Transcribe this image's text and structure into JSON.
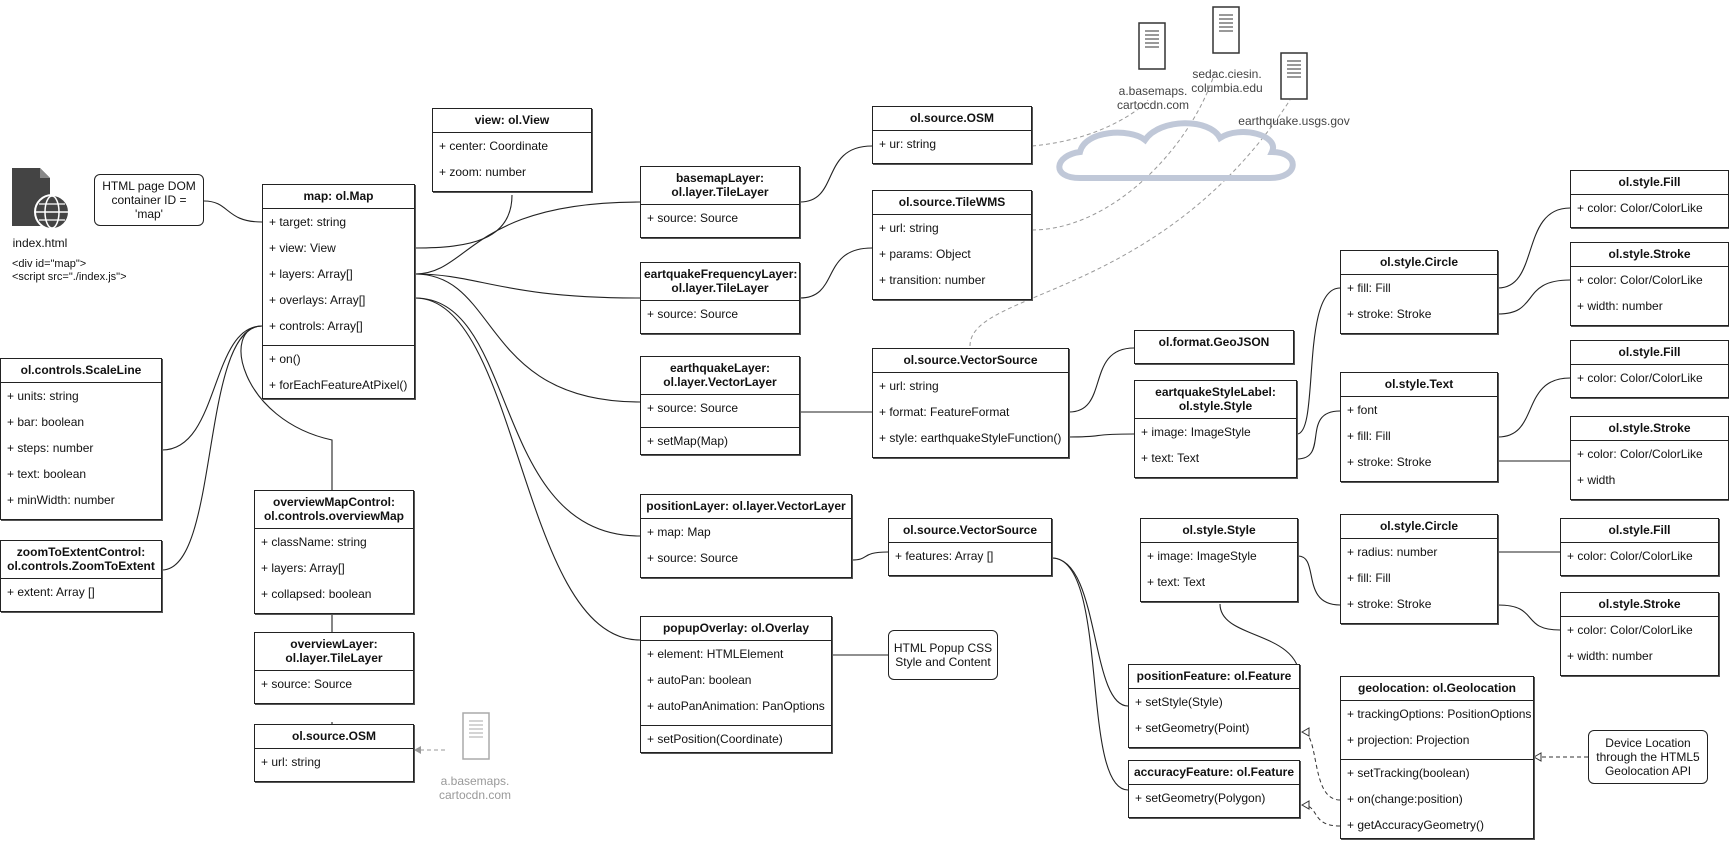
{
  "index": {
    "file_label": "index.html",
    "code_line1": "<div id=\"map\">",
    "code_line2": "<script src=\"./index.js\">"
  },
  "html_page_note": "HTML page DOM container ID = 'map'",
  "map": {
    "title": "map: ol.Map",
    "attrs": [
      "+ target: string",
      "+ view: View",
      "+ layers: Array[]",
      "+ overlays: Array[]",
      "+ controls: Array[]"
    ],
    "methods": [
      "+ on()",
      "+ forEachFeatureAtPixel()"
    ]
  },
  "view": {
    "title": "view: ol.View",
    "attrs": [
      "+ center: Coordinate",
      "+ zoom: number"
    ]
  },
  "scaleline": {
    "title": "ol.controls.ScaleLine",
    "attrs": [
      "+ units: string",
      "+ bar: boolean",
      "+ steps: number",
      "+ text: boolean",
      "+ minWidth: number"
    ]
  },
  "zoomtoextent": {
    "title": "zoomToExtentControl: ol.controls.ZoomToExtent",
    "attrs": [
      "+ extent: Array []"
    ]
  },
  "overviewmap": {
    "title": "overviewMapControl: ol.controls.overviewMap",
    "attrs": [
      "+ className: string",
      "+ layers: Array[]",
      "+ collapsed: boolean"
    ]
  },
  "overviewlayer": {
    "title": "overviewLayer: ol.layer.TileLayer",
    "attrs": [
      "+ source: Source"
    ]
  },
  "osm_bottom": {
    "title": "ol.source.OSM",
    "attrs": [
      "+ url: string"
    ]
  },
  "carto_bottom": "a.basemaps. cartocdn.com",
  "basemaplayer": {
    "title": "basemapLayer: ol.layer.TileLayer",
    "attrs": [
      "+ source: Source"
    ]
  },
  "freqlayer": {
    "title": "eartquakeFrequencyLayer: ol.layer.TileLayer",
    "attrs": [
      "+ source: Source"
    ]
  },
  "eqlayer": {
    "title": "earthquakeLayer: ol.layer.VectorLayer",
    "attrs": [
      "+ source: Source"
    ],
    "methods": [
      "+ setMap(Map)"
    ]
  },
  "poslayer": {
    "title": "positionLayer: ol.layer.VectorLayer",
    "attrs": [
      "+ map: Map",
      "+ source: Source"
    ]
  },
  "popup": {
    "title": "popupOverlay: ol.Overlay",
    "attrs": [
      "+ element: HTMLElement",
      "+ autoPan: boolean",
      "+ autoPanAnimation: PanOptions"
    ],
    "methods": [
      "+ setPosition(Coordinate)"
    ]
  },
  "popup_note": "HTML Popup CSS Style and Content",
  "osm_top": {
    "title": "ol.source.OSM",
    "attrs": [
      "+ ur: string"
    ]
  },
  "tilewms": {
    "title": "ol.source.TileWMS",
    "attrs": [
      "+ url: string",
      "+ params: Object",
      "+ transition: number"
    ]
  },
  "vecsrc1": {
    "title": "ol.source.VectorSource",
    "attrs": [
      "+ url: string",
      "+ format: FeatureFormat",
      "+ style: earthquakeStyleFunction()"
    ]
  },
  "vecsrc2": {
    "title": "ol.source.VectorSource",
    "attrs": [
      "+ features: Array []"
    ]
  },
  "servers": {
    "carto": "a.basemaps. cartocdn.com",
    "sedac": "sedac.ciesin. columbia.edu",
    "usgs": "earthquake.usgs.gov"
  },
  "geojson": {
    "title": "ol.format.GeoJSON"
  },
  "eqstyle": {
    "title": "eartquakeStyleLabel: ol.style.Style",
    "attrs": [
      "+ image: ImageStyle",
      "+ text: Text"
    ]
  },
  "circle1": {
    "title": "ol.style.Circle",
    "attrs": [
      "+ fill: Fill",
      "+ stroke: Stroke"
    ]
  },
  "text1": {
    "title": "ol.style.Text",
    "attrs": [
      "+ font",
      "+ fill: Fill",
      "+ stroke: Stroke"
    ]
  },
  "fill1": {
    "title": "ol.style.Fill",
    "attrs": [
      "+ color: Color/ColorLike"
    ]
  },
  "stroke1": {
    "title": "ol.style.Stroke",
    "attrs": [
      "+ color: Color/ColorLike",
      "+ width: number"
    ]
  },
  "fill2": {
    "title": "ol.style.Fill",
    "attrs": [
      "+ color: Color/ColorLike"
    ]
  },
  "stroke2": {
    "title": "ol.style.Stroke",
    "attrs": [
      "+ color: Color/ColorLike",
      "+ width"
    ]
  },
  "style2": {
    "title": "ol.style.Style",
    "attrs": [
      "+ image: ImageStyle",
      "+ text: Text"
    ]
  },
  "circle2": {
    "title": "ol.style.Circle",
    "attrs": [
      "+ radius: number",
      "+ fill: Fill",
      "+ stroke: Stroke"
    ]
  },
  "fill3": {
    "title": "ol.style.Fill",
    "attrs": [
      "+ color: Color/ColorLike"
    ]
  },
  "stroke3": {
    "title": "ol.style.Stroke",
    "attrs": [
      "+ color: Color/ColorLike",
      "+ width: number"
    ]
  },
  "posfeature": {
    "title": "positionFeature: ol.Feature",
    "methods": [
      "+ setStyle(Style)",
      "+ setGeometry(Point)"
    ]
  },
  "accfeature": {
    "title": "accuracyFeature: ol.Feature",
    "methods": [
      "+ setGeometry(Polygon)"
    ]
  },
  "geoloc": {
    "title": "geolocation: ol.Geolocation",
    "attrs": [
      "+ trackingOptions: PositionOptions",
      "+ projection: Projection"
    ],
    "methods": [
      "+ setTracking(boolean)",
      "+ on(change:position)",
      "+ getAccuracyGeometry()"
    ]
  },
  "device_note": "Device Location through the HTML5 Geolocation API"
}
